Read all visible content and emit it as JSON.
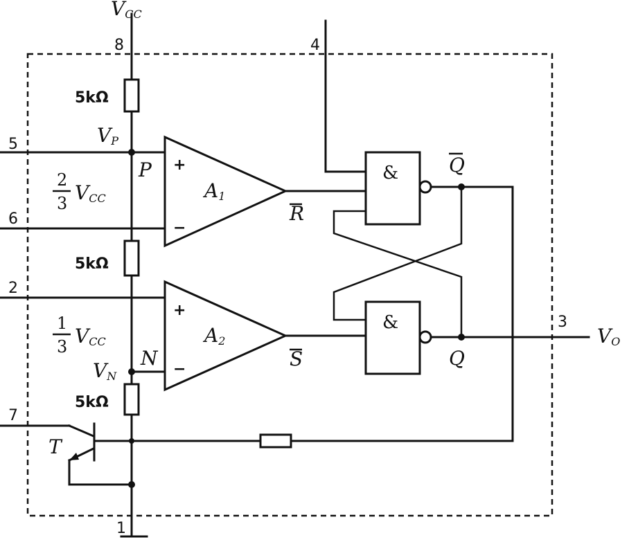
{
  "supply": {
    "vcc": "V",
    "vcc_sub": "CC"
  },
  "pins": {
    "p8": "8",
    "p4": "4",
    "p5": "5",
    "p6": "6",
    "p2": "2",
    "p7": "7",
    "p3": "3",
    "p1": "1"
  },
  "resistors": {
    "r_top": "5kΩ",
    "r_mid": "5kΩ",
    "r_bot": "5kΩ"
  },
  "nodes": {
    "vp": "V",
    "vp_sub": "P",
    "p": "P",
    "vn": "V",
    "vn_sub": "N",
    "n": "N"
  },
  "ref_levels": {
    "upper_num": "2",
    "upper_den": "3",
    "upper_v": "V",
    "upper_sub": "CC",
    "lower_num": "1",
    "lower_den": "3",
    "lower_v": "V",
    "lower_sub": "CC"
  },
  "comparators": {
    "a1": "A",
    "a1_sub": "1",
    "a2": "A",
    "a2_sub": "2",
    "plus": "+",
    "minus": "−"
  },
  "signals": {
    "r_bar": "R",
    "s_bar": "S",
    "q_bar": "Q",
    "q": "Q"
  },
  "gates": {
    "nand_top": "&",
    "nand_bot": "&"
  },
  "transistor": {
    "t": "T"
  },
  "output": {
    "vo": "V",
    "vo_sub": "O"
  }
}
